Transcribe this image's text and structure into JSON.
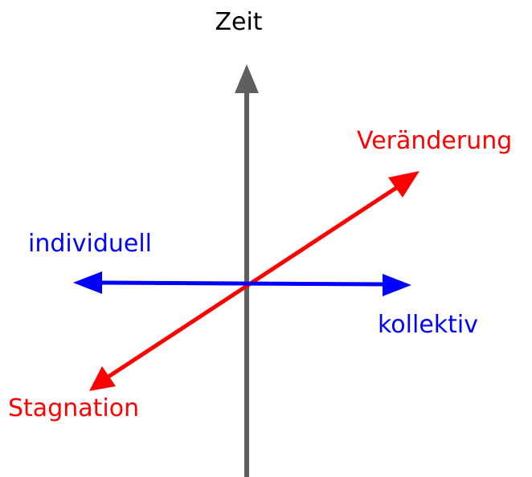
{
  "labels": {
    "time": "Zeit",
    "change": "Veränderung",
    "stagnation": "Stagnation",
    "individual": "individuell",
    "collective": "kollektiv"
  },
  "colors": {
    "time_axis": "#5f5f5f",
    "change_axis": "#ff0000",
    "social_axis": "#0000ff",
    "time_text": "#000000",
    "change_text": "#ff0000",
    "social_text": "#0000ff"
  }
}
